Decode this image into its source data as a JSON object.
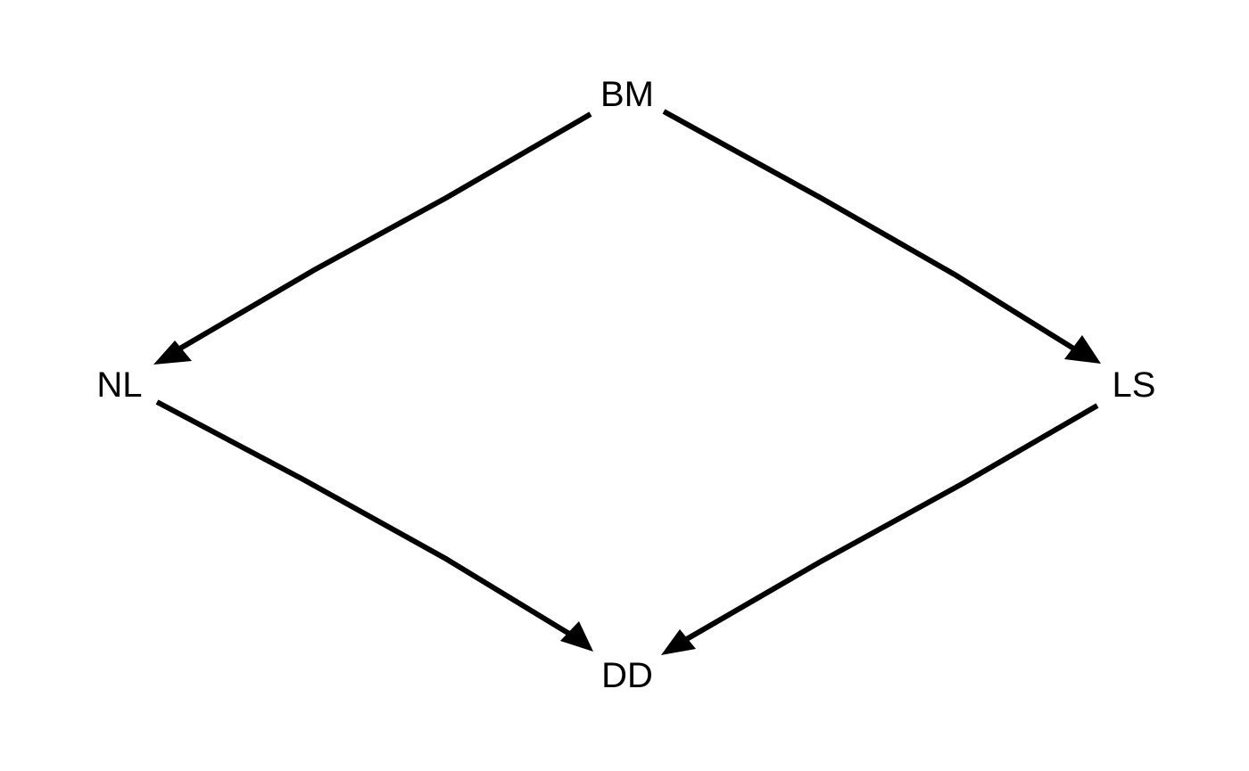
{
  "diagram": {
    "nodes": [
      {
        "id": "BM",
        "label": "BM"
      },
      {
        "id": "NL",
        "label": "NL"
      },
      {
        "id": "LS",
        "label": "LS"
      },
      {
        "id": "DD",
        "label": "DD"
      }
    ],
    "edges": [
      {
        "from": "BM",
        "to": "NL"
      },
      {
        "from": "BM",
        "to": "LS"
      },
      {
        "from": "NL",
        "to": "DD"
      },
      {
        "from": "LS",
        "to": "DD"
      }
    ],
    "colors": {
      "edge": "#000000",
      "text": "#000000",
      "background": "#ffffff"
    }
  }
}
